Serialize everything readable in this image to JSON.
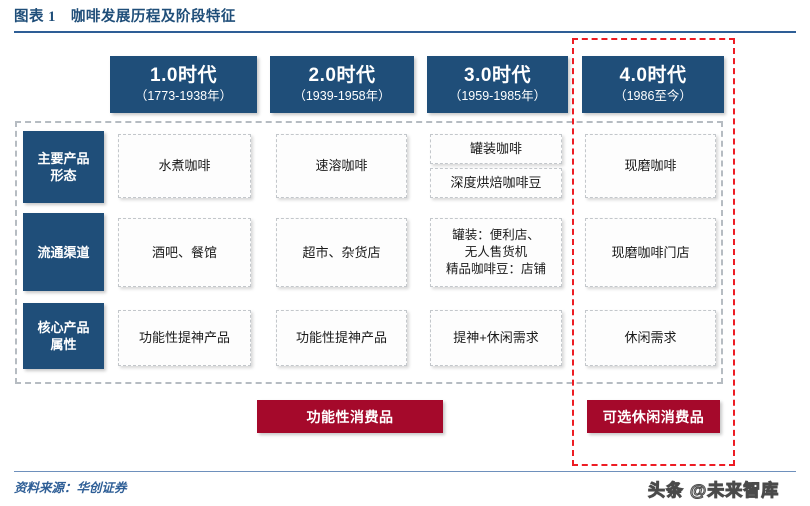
{
  "title": {
    "label": "图表 1",
    "text": "图表 1　咖啡发展历程及阶段特征"
  },
  "footer": {
    "source": "资料来源：华创证券"
  },
  "watermark": {
    "text": "头条 @未来智库"
  },
  "colors": {
    "navy": "#1F4E79",
    "red_bar": "#A5092B",
    "red_dashed": "#ED1C24",
    "gray_dashed": "#B6BCC2",
    "title_blue": "#1F4E79",
    "rule_blue": "#2E5E96"
  },
  "eras": [
    {
      "title": "1.0时代",
      "years": "（1773-1938年）"
    },
    {
      "title": "2.0时代",
      "years": "（1939-1958年）"
    },
    {
      "title": "3.0时代",
      "years": "（1959-1985年）"
    },
    {
      "title": "4.0时代",
      "years": "（1986至今）"
    }
  ],
  "rows": [
    {
      "label": "主要产品\n形态",
      "label_line1": "主要产品",
      "label_line2": "形态",
      "cells": [
        {
          "text": "水煮咖啡"
        },
        {
          "text": "速溶咖啡"
        },
        {
          "text_a": "罐装咖啡",
          "text_b": "深度烘焙咖啡豆"
        },
        {
          "text": "现磨咖啡"
        }
      ]
    },
    {
      "label": "流通渠道",
      "cells": [
        {
          "text": "酒吧、餐馆"
        },
        {
          "text": "超市、杂货店"
        },
        {
          "text": "罐装：便利店、\n无人售货机\n精品咖啡豆：店铺"
        },
        {
          "text": "现磨咖啡门店"
        }
      ]
    },
    {
      "label": "核心产品\n属性",
      "label_line1": "核心产品",
      "label_line2": "属性",
      "cells": [
        {
          "text": "功能性提神产品"
        },
        {
          "text": "功能性提神产品"
        },
        {
          "text": "提神+休闲需求"
        },
        {
          "text": "休闲需求"
        }
      ]
    }
  ],
  "summary": [
    {
      "text": "功能性消费品"
    },
    {
      "text": "可选休闲消费品"
    }
  ]
}
